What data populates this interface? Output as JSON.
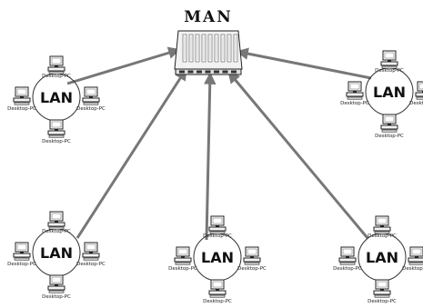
{
  "diagram": {
    "title": "MAN",
    "colors": {
      "link": "#777777",
      "outline": "#222222",
      "screen": "#ffffff",
      "ring": "#333333"
    },
    "lans": [
      {
        "id": "lan-top-left",
        "label": "LAN",
        "pcs": [
          {
            "label": "Desktop-PC"
          },
          {
            "label": "Desktop-PC"
          },
          {
            "label": "Desktop-PC"
          },
          {
            "label": "Desktop-PC"
          }
        ]
      },
      {
        "id": "lan-top-right",
        "label": "LAN",
        "pcs": [
          {
            "label": "Desktop-PC"
          },
          {
            "label": "Desktop-PC"
          },
          {
            "label": "Desktop-PC"
          },
          {
            "label": "Desktop-PC"
          }
        ]
      },
      {
        "id": "lan-bottom-left",
        "label": "LAN",
        "pcs": [
          {
            "label": "Desktop-PC"
          },
          {
            "label": "Desktop-PC"
          },
          {
            "label": "Desktop-PC"
          },
          {
            "label": "Desktop-PC"
          }
        ]
      },
      {
        "id": "lan-bottom-middle",
        "label": "LAN",
        "pcs": [
          {
            "label": "Desktop-PC"
          },
          {
            "label": "Desktop-PC"
          },
          {
            "label": "Desktop-PC"
          },
          {
            "label": "Desktop-PC"
          }
        ]
      },
      {
        "id": "lan-bottom-right",
        "label": "LAN",
        "pcs": [
          {
            "label": "Desktop-PC"
          },
          {
            "label": "Desktop-PC"
          },
          {
            "label": "Desktop-PC"
          },
          {
            "label": "Desktop-PC"
          }
        ]
      }
    ]
  }
}
